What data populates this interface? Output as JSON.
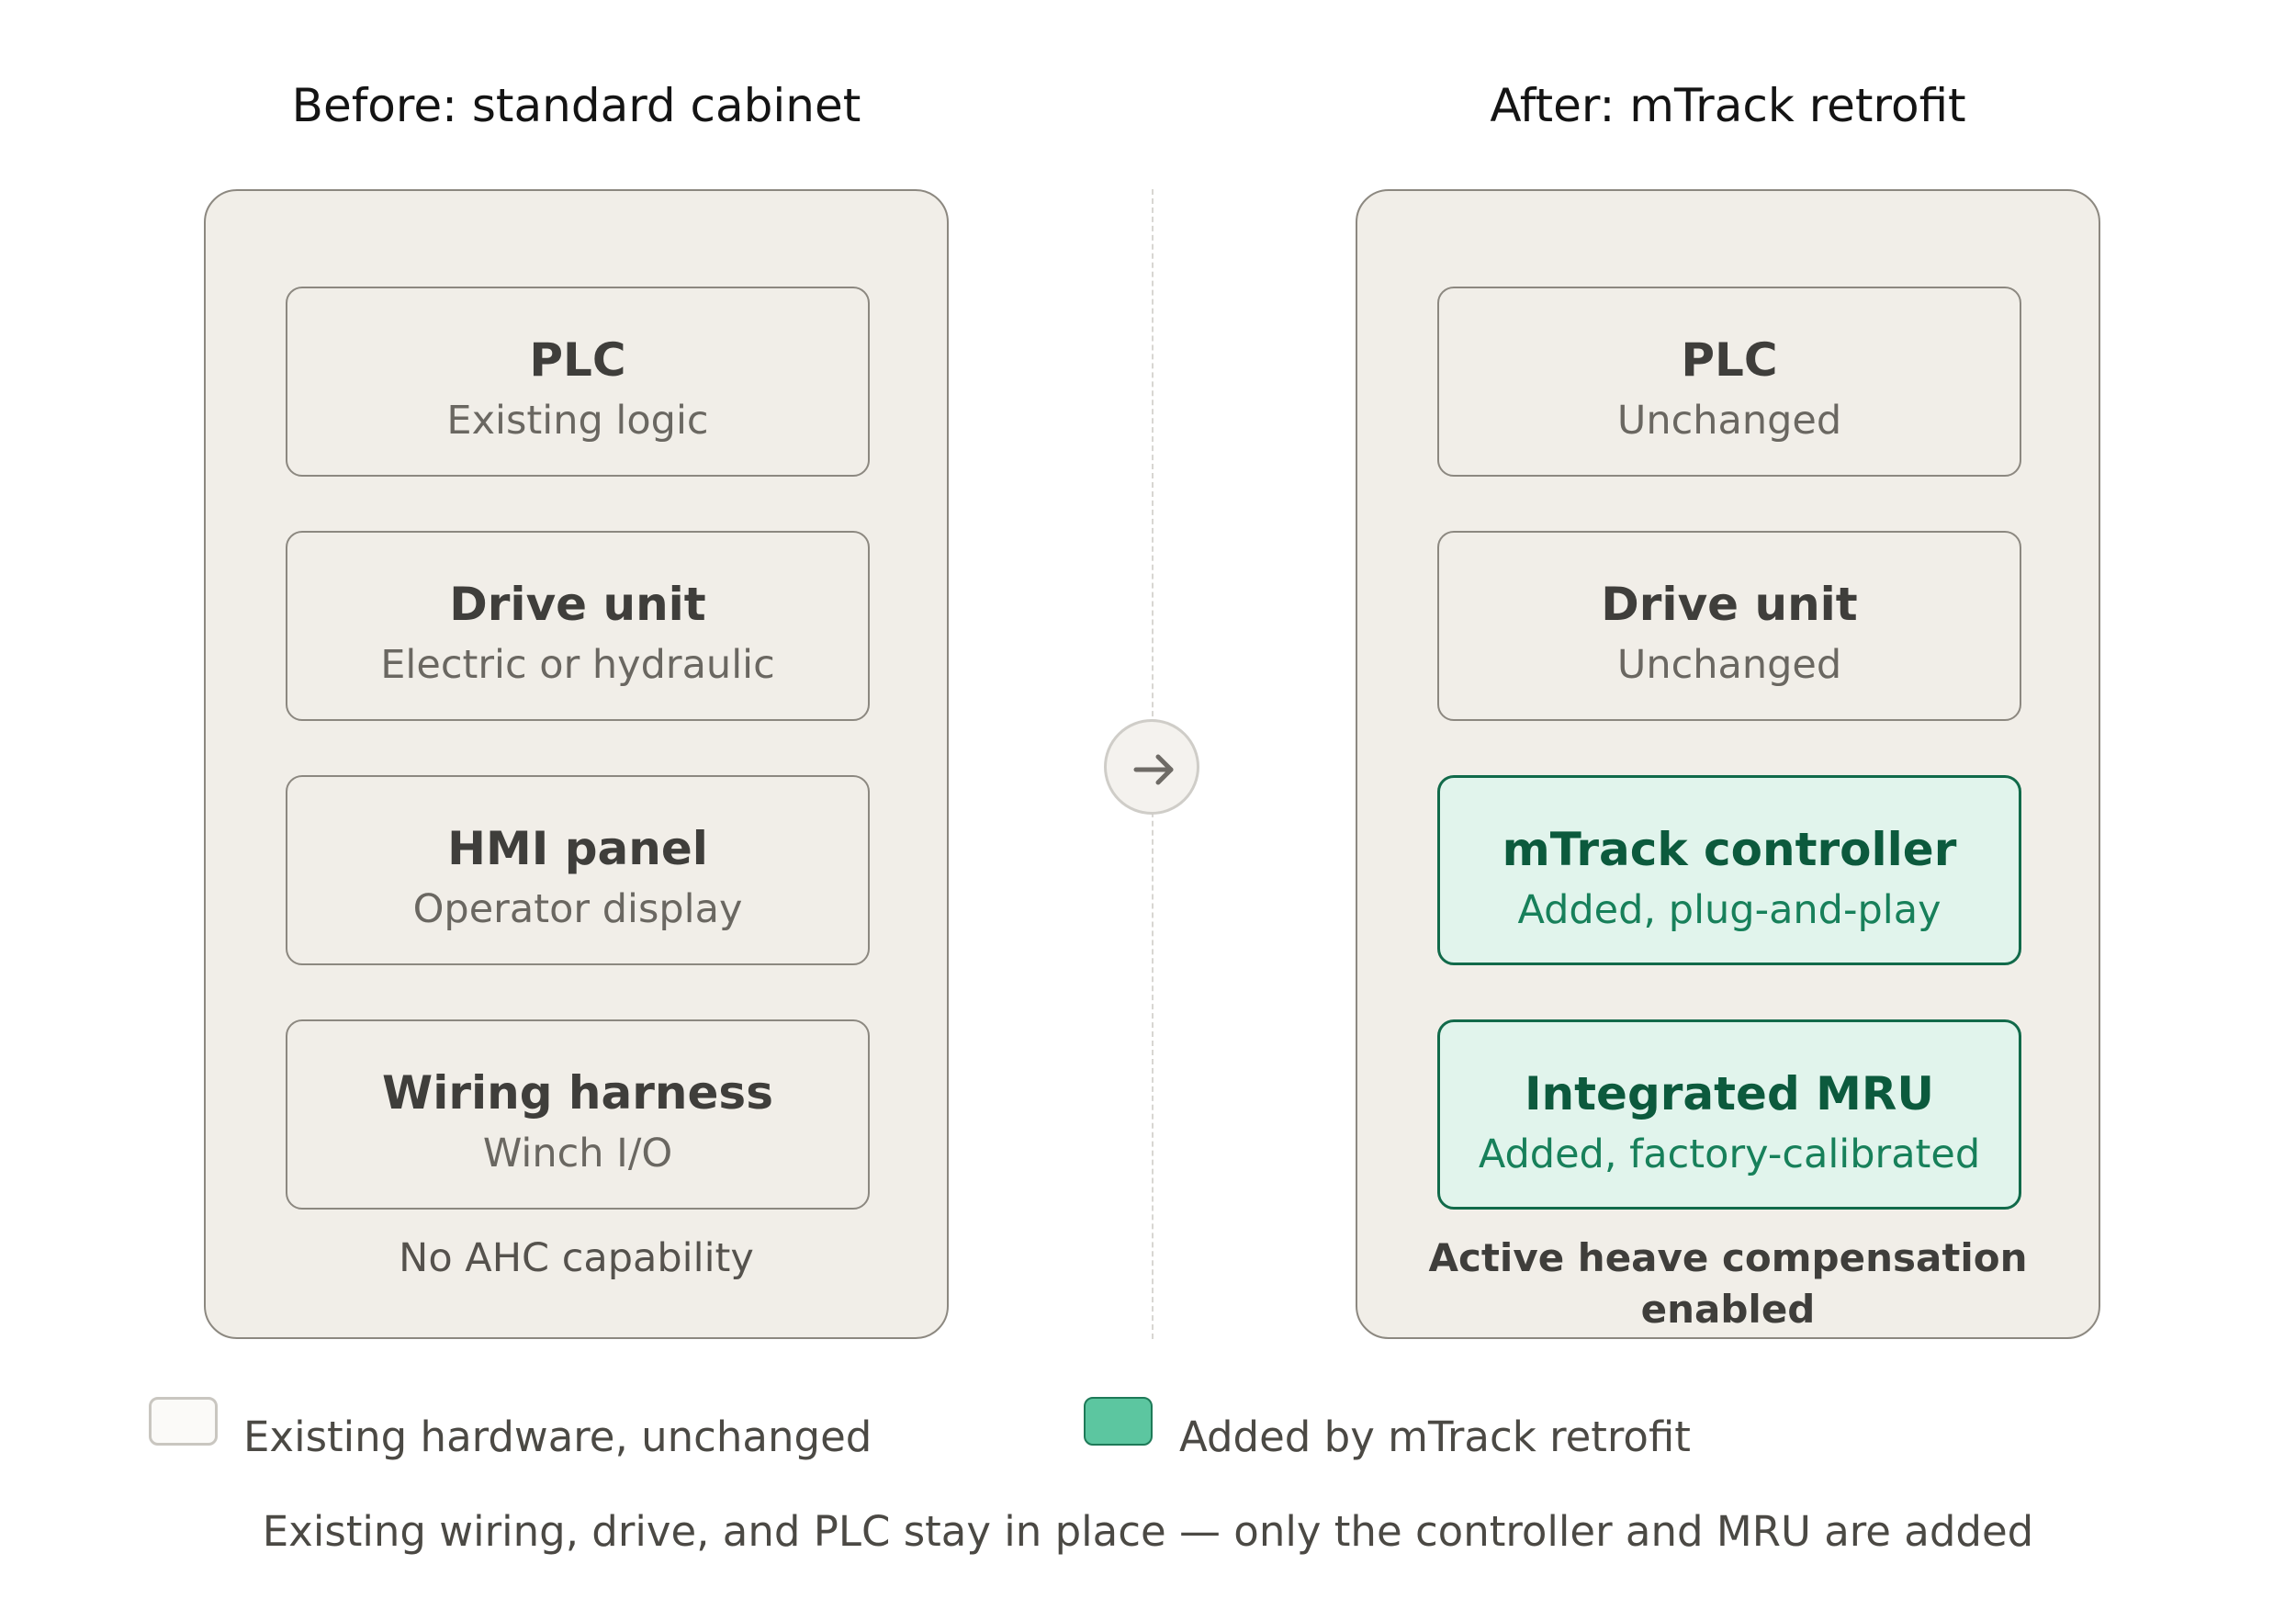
{
  "before": {
    "title": "Before: standard cabinet",
    "units": [
      {
        "name": "PLC",
        "desc": "Existing logic"
      },
      {
        "name": "Drive unit",
        "desc": "Electric or hydraulic"
      },
      {
        "name": "HMI panel",
        "desc": "Operator display"
      },
      {
        "name": "Wiring harness",
        "desc": "Winch I/O"
      }
    ],
    "note": "No AHC capability"
  },
  "after": {
    "title": "After: mTrack retrofit",
    "units": [
      {
        "name": "PLC",
        "desc": "Unchanged"
      },
      {
        "name": "Drive unit",
        "desc": "Unchanged"
      },
      {
        "name": "mTrack controller",
        "desc": "Added, plug-and-play"
      },
      {
        "name": "Integrated MRU",
        "desc": "Added, factory-calibrated"
      }
    ],
    "note": "Active heave compensation enabled"
  },
  "transition_icon": "arrow-right-icon",
  "legend": {
    "existing_label": "Existing hardware, unchanged",
    "added_label": "Added by mTrack retrofit"
  },
  "caption": "Existing wiring, drive, and PLC stay in place — only the controller and MRU are added",
  "colors": {
    "cabinet_fill": "#f1eee8",
    "added_fill": "#e1f4ec",
    "added_border": "#116a4a",
    "legend_added": "#5cc6a0"
  }
}
